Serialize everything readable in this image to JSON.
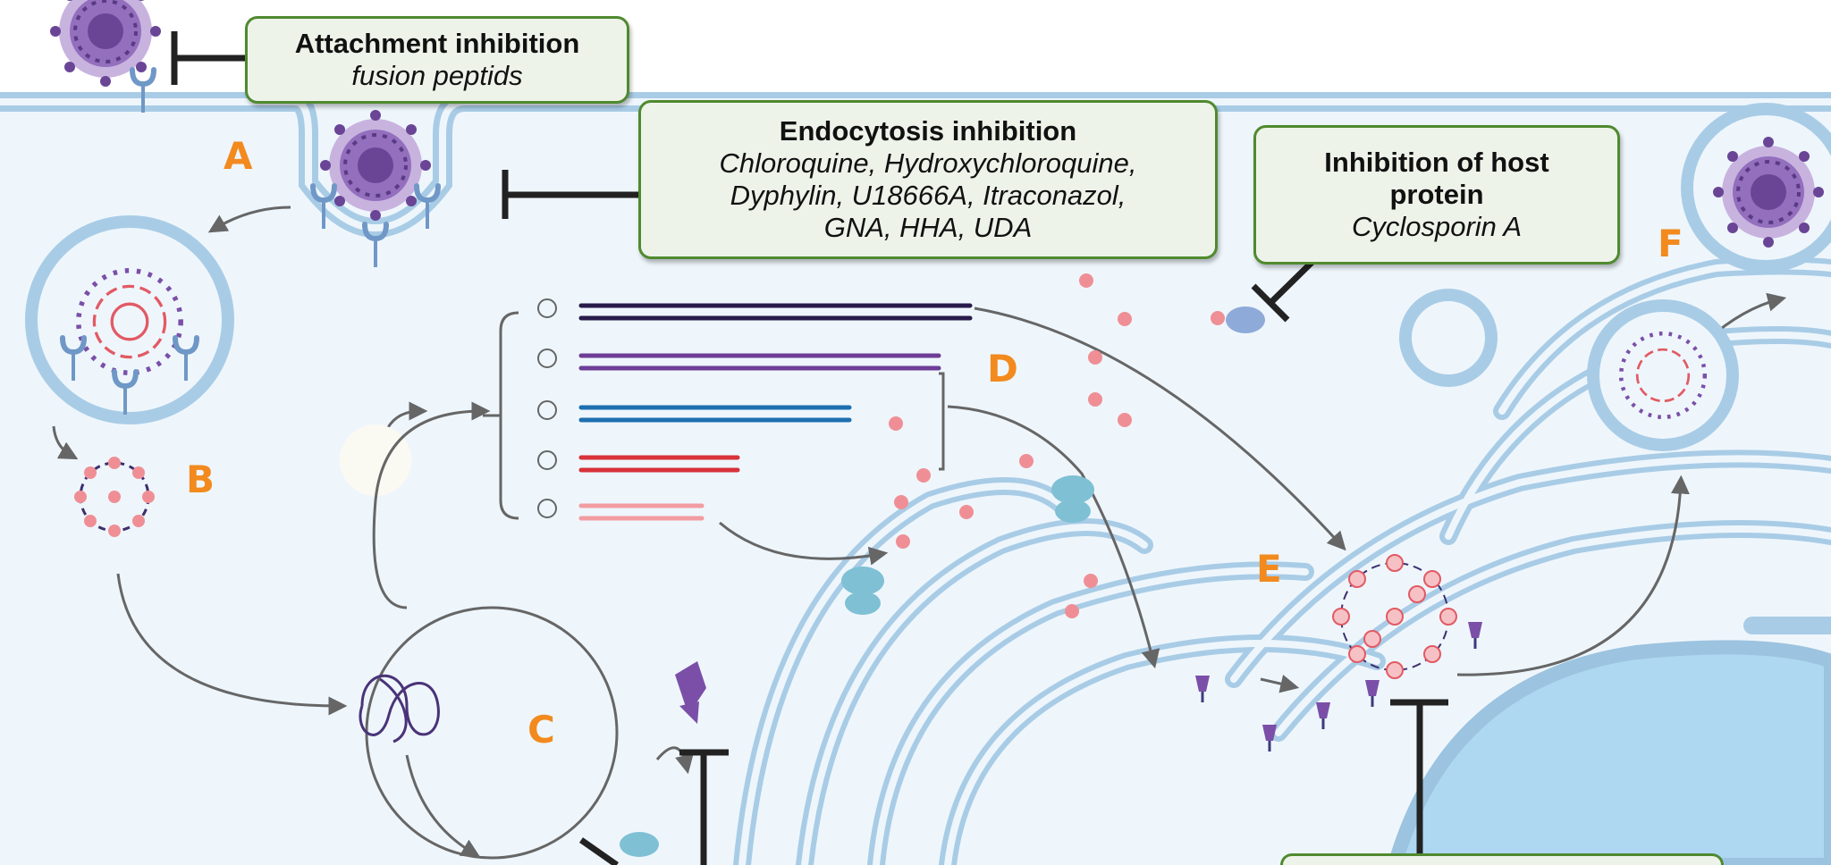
{
  "boxes": {
    "attachment": {
      "title": "Attachment inhibition",
      "subtitle": "fusion peptids"
    },
    "endocytosis": {
      "title": "Endocytosis inhibition",
      "lines": [
        "Chloroquine, Hydroxychloroquine,",
        "Dyphylin, U18666A, Itraconazol,",
        "GNA, HHA, UDA"
      ]
    },
    "host_protein": {
      "title_lines": [
        "Inhibition of host",
        "protein"
      ],
      "subtitle": "Cyclosporin A"
    }
  },
  "steps": [
    "A",
    "B",
    "C",
    "D",
    "E",
    "F"
  ],
  "colors": {
    "membrane": "#a9cce6",
    "cytoplasm": "#eef6fc",
    "nucleus": "#aed8f2",
    "virus": "#7b4fa8",
    "rna": "#ef8f95",
    "box_border": "#4f8a2f",
    "box_fill": "#eef3ea",
    "step_label": "#f28a1e",
    "strand_colors": [
      "#281b4a",
      "#6e3d96",
      "#1d6fb0",
      "#d8323a",
      "#f29ca2"
    ]
  },
  "icons": [
    "virus-icon",
    "receptor-icon",
    "ribosome-icon",
    "spike-protein-icon",
    "inhibitor-bar-icon",
    "arrow-icon"
  ]
}
